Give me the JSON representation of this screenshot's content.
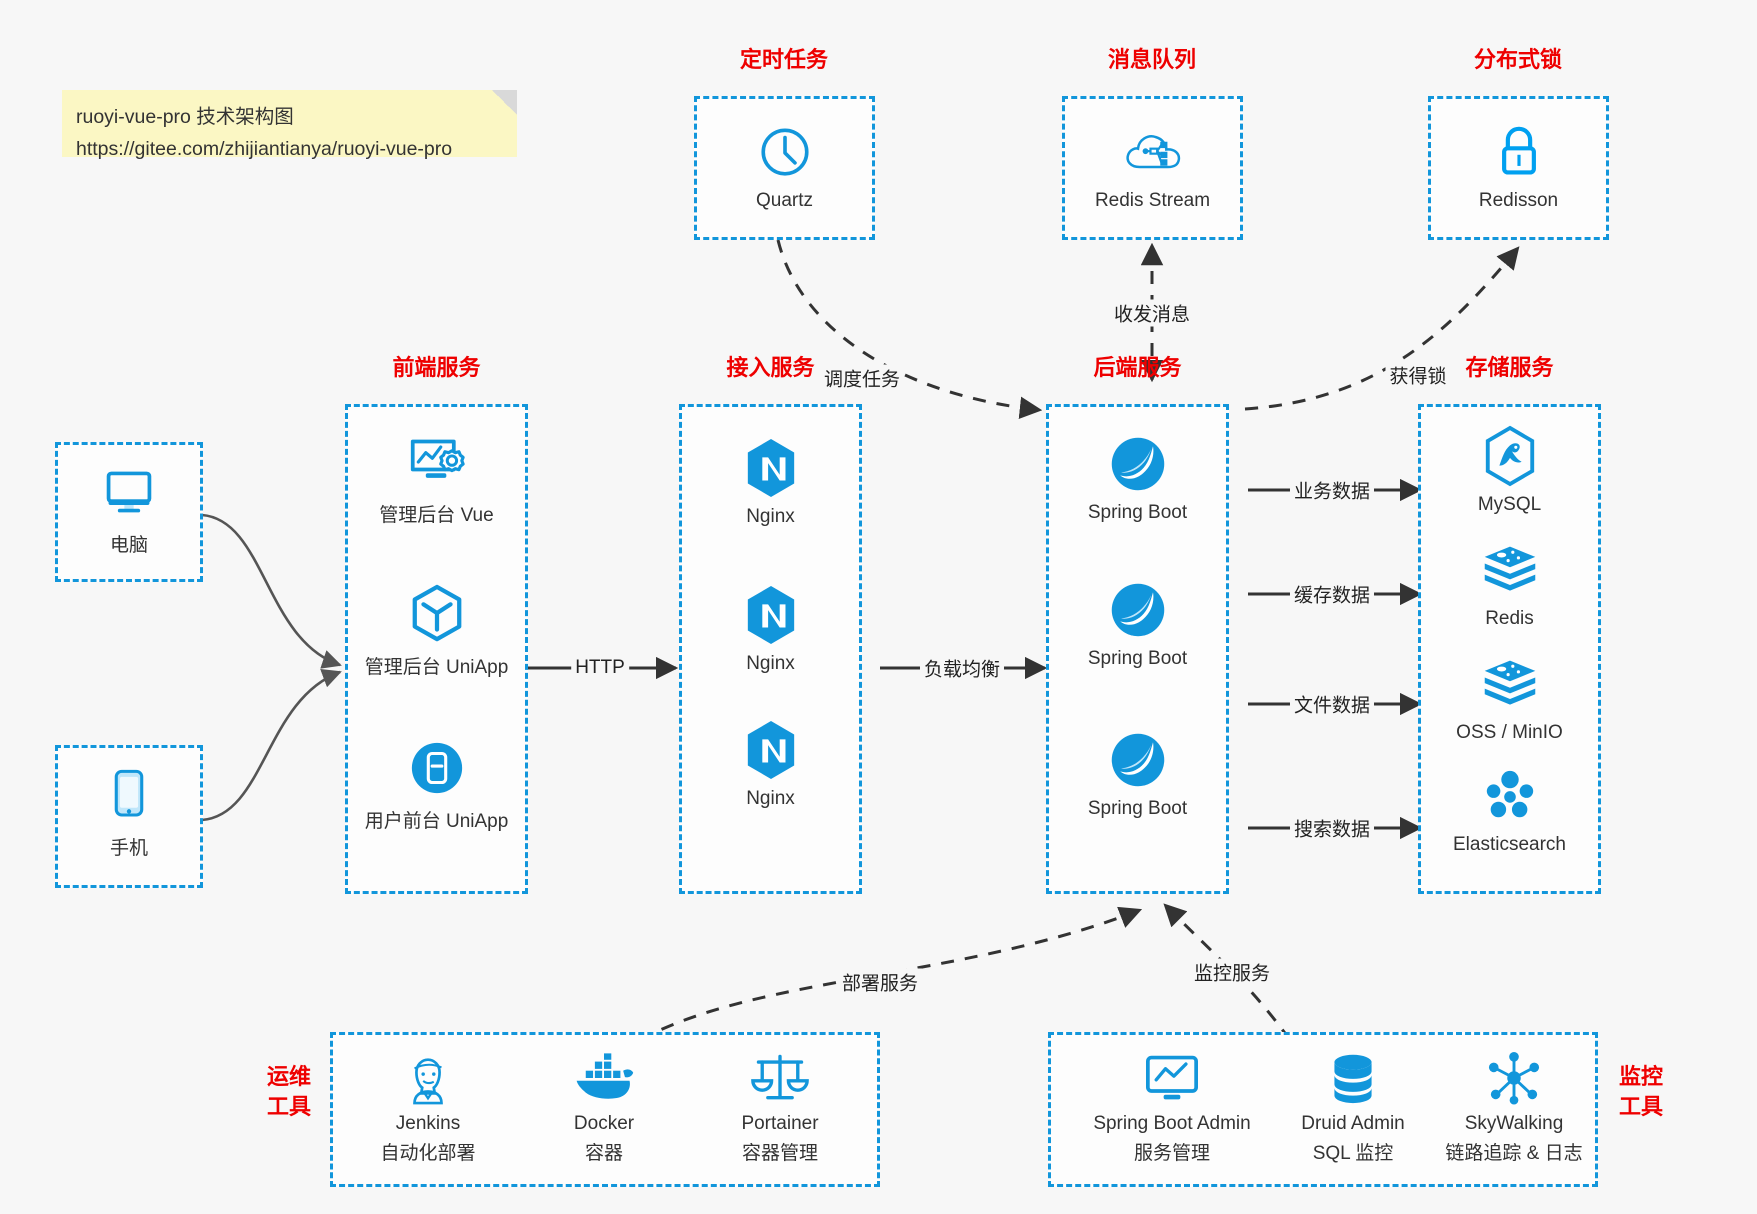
{
  "note": {
    "line1": "ruoyi-vue-pro 技术架构图",
    "line2": "https://gitee.com/zhijiantianya/ruoyi-vue-pro"
  },
  "colors": {
    "accent": "#1296db",
    "title": "#ee0000",
    "text": "#333333",
    "edge": "#4d4d4d",
    "background": "#f7f7f7",
    "note_bg": "#fbf7c4"
  },
  "groups": {
    "scheduler": {
      "title": "定时任务",
      "nodes": [
        {
          "label": "Quartz",
          "icon": "clock-icon"
        }
      ]
    },
    "mq": {
      "title": "消息队列",
      "nodes": [
        {
          "label": "Redis Stream",
          "icon": "cloud-stream-icon"
        }
      ]
    },
    "lock": {
      "title": "分布式锁",
      "nodes": [
        {
          "label": "Redisson",
          "icon": "lock-icon"
        }
      ]
    },
    "clients": {
      "nodes": [
        {
          "label": "电脑",
          "icon": "desktop-monitor-icon"
        },
        {
          "label": "手机",
          "icon": "mobile-phone-icon"
        }
      ]
    },
    "frontend": {
      "title": "前端服务",
      "nodes": [
        {
          "label": "管理后台 Vue",
          "icon": "dashboard-gear-icon"
        },
        {
          "label": "管理后台 UniApp",
          "icon": "hex-cube-icon"
        },
        {
          "label": "用户前台 UniApp",
          "icon": "mobile-circle-icon"
        }
      ]
    },
    "gateway": {
      "title": "接入服务",
      "nodes": [
        {
          "label": "Nginx",
          "icon": "nginx-icon"
        },
        {
          "label": "Nginx",
          "icon": "nginx-icon"
        },
        {
          "label": "Nginx",
          "icon": "nginx-icon"
        }
      ]
    },
    "backend": {
      "title": "后端服务",
      "nodes": [
        {
          "label": "Spring Boot",
          "icon": "spring-boot-icon"
        },
        {
          "label": "Spring Boot",
          "icon": "spring-boot-icon"
        },
        {
          "label": "Spring Boot",
          "icon": "spring-boot-icon"
        }
      ]
    },
    "storage": {
      "title": "存储服务",
      "nodes": [
        {
          "label": "MySQL",
          "icon": "mysql-icon"
        },
        {
          "label": "Redis",
          "icon": "redis-icon"
        },
        {
          "label": "OSS / MinIO",
          "icon": "oss-minio-icon"
        },
        {
          "label": "Elasticsearch",
          "icon": "elasticsearch-icon"
        }
      ]
    },
    "devops": {
      "title": "运维\n工具",
      "title_lines": [
        "运维",
        "工具"
      ],
      "nodes": [
        {
          "label": "Jenkins",
          "sub": "自动化部署",
          "icon": "jenkins-icon"
        },
        {
          "label": "Docker",
          "sub": "容器",
          "icon": "docker-icon"
        },
        {
          "label": "Portainer",
          "sub": "容器管理",
          "icon": "scales-icon"
        }
      ]
    },
    "monitor": {
      "title_lines": [
        "监控",
        "工具"
      ],
      "nodes": [
        {
          "label": "Spring Boot Admin",
          "sub": "服务管理",
          "icon": "monitor-chart-icon"
        },
        {
          "label": "Druid Admin",
          "sub": "SQL 监控",
          "icon": "database-stack-icon"
        },
        {
          "label": "SkyWalking",
          "sub": "链路追踪 & 日志",
          "icon": "skywalking-icon"
        }
      ]
    }
  },
  "edges": [
    {
      "id": "edge-http",
      "label": "HTTP"
    },
    {
      "id": "edge-loadbalance",
      "label": "负载均衡"
    },
    {
      "id": "edge-schedule-task",
      "label": "调度任务"
    },
    {
      "id": "edge-send-receive-message",
      "label": "收发消息"
    },
    {
      "id": "edge-acquire-lock",
      "label": "获得锁"
    },
    {
      "id": "edge-business-data",
      "label": "业务数据"
    },
    {
      "id": "edge-cache-data",
      "label": "缓存数据"
    },
    {
      "id": "edge-file-data",
      "label": "文件数据"
    },
    {
      "id": "edge-search-data",
      "label": "搜索数据"
    },
    {
      "id": "edge-deploy-service",
      "label": "部署服务"
    },
    {
      "id": "edge-monitor-service",
      "label": "监控服务"
    }
  ]
}
